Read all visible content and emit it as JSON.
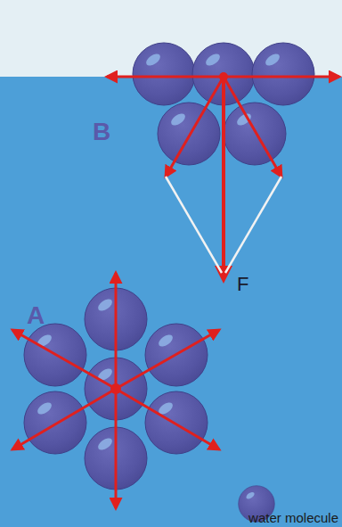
{
  "diagram": {
    "labels": [
      "B",
      "F",
      "A",
      "water molecule"
    ]
  }
}
